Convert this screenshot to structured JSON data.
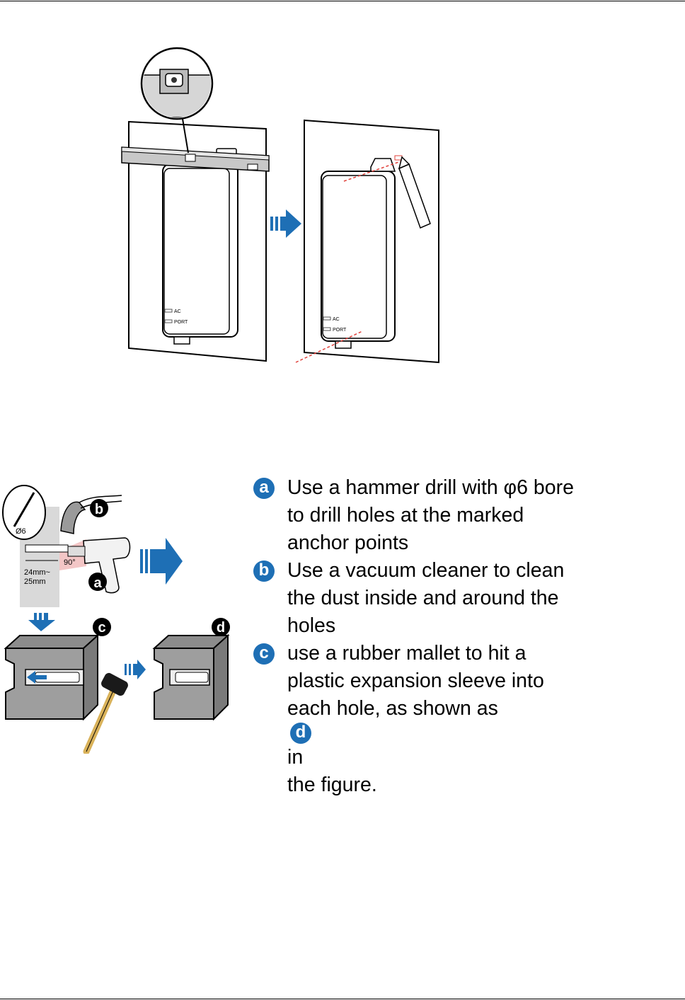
{
  "figure1": {
    "left_device": {
      "led_ac": "AC",
      "led_port": "PORT"
    },
    "right_device": {
      "led_ac": "AC",
      "led_port": "PORT"
    }
  },
  "figure2": {
    "drill_bit_label": "Ø6",
    "angle_label": "90°",
    "depth_label_1": "24mm~",
    "depth_label_2": "25mm",
    "callout_a": "a",
    "callout_b": "b",
    "callout_c": "c",
    "callout_d": "d"
  },
  "steps": [
    {
      "badge": "a",
      "lines": [
        "Use a hammer drill with φ6 bore",
        "to drill holes at the marked",
        "anchor points"
      ]
    },
    {
      "badge": "b",
      "lines": [
        "Use a vacuum cleaner to clean",
        "the dust inside and around the",
        "holes"
      ]
    },
    {
      "badge": "c",
      "lines": [
        "use a rubber mallet to hit a",
        "plastic expansion sleeve into"
      ],
      "line3_before": "each hole, as shown as",
      "line3_badge": "d",
      "line3_after": "in",
      "line4": "the figure."
    }
  ],
  "colors": {
    "accent": "#1e6fb5",
    "arrow": "#1e6fb5",
    "mark": "#e0403a"
  }
}
